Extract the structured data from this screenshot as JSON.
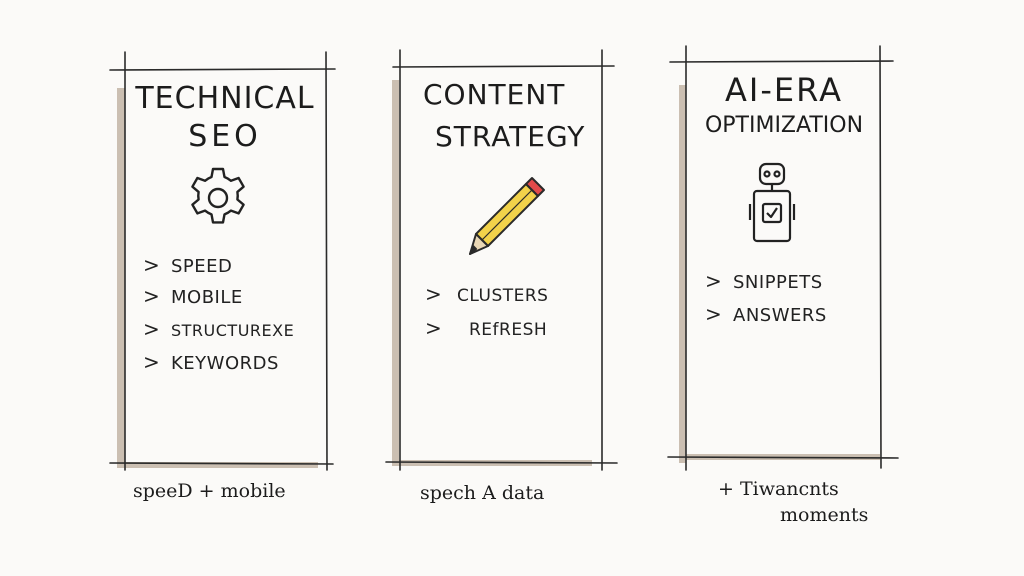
{
  "columns": [
    {
      "title_lines": [
        "TECHNICAL",
        "SEO"
      ],
      "icon": "gear-icon",
      "items": [
        "SPEED",
        "MOBILE",
        "STRUCTUREXE",
        "KEYWORDS"
      ],
      "caption_lines": [
        "speeD + mobile"
      ]
    },
    {
      "title_lines": [
        "CONTENT",
        "STRATEGY"
      ],
      "icon": "pencil-icon",
      "items": [
        "CLUSTERS",
        "REfRESH"
      ],
      "caption_lines": [
        "spech A data"
      ]
    },
    {
      "title_lines": [
        "AI-ERA",
        "OPTIMIZATION"
      ],
      "icon": "robot-icon",
      "items": [
        "SNIPPETS",
        "ANSWERS"
      ],
      "caption_lines": [
        "+ Tiwancnts",
        "moments"
      ]
    }
  ],
  "bullet_glyph": ">"
}
